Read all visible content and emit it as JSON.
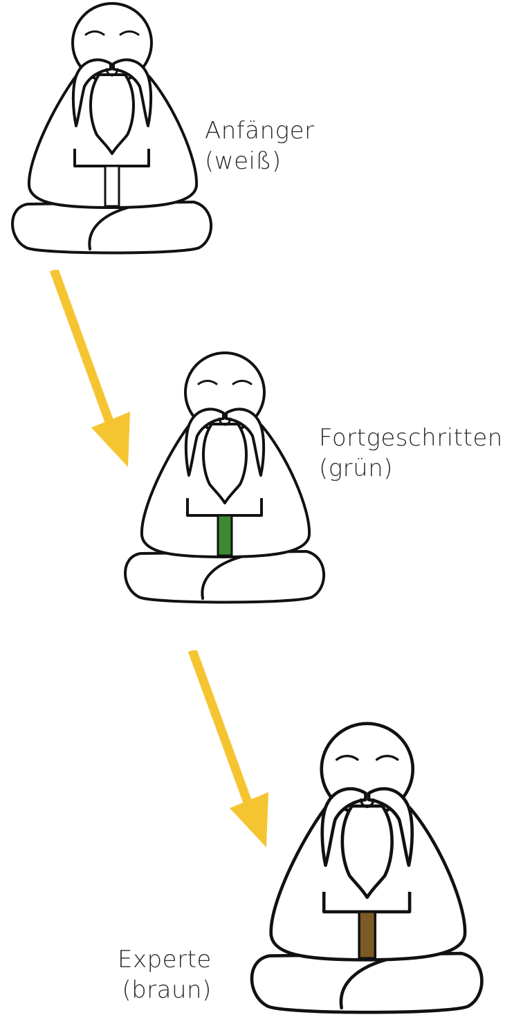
{
  "stages": [
    {
      "name": "Anfänger",
      "color_label": "(weiß)",
      "belt_color": "#ffffff"
    },
    {
      "name": "Fortgeschritten",
      "color_label": "(grün)",
      "belt_color": "#3b8a33"
    },
    {
      "name": "Experte",
      "color_label": "(braun)",
      "belt_color": "#7b5a24"
    }
  ],
  "arrow_color": "#f5c531",
  "outline_color": "#111111"
}
